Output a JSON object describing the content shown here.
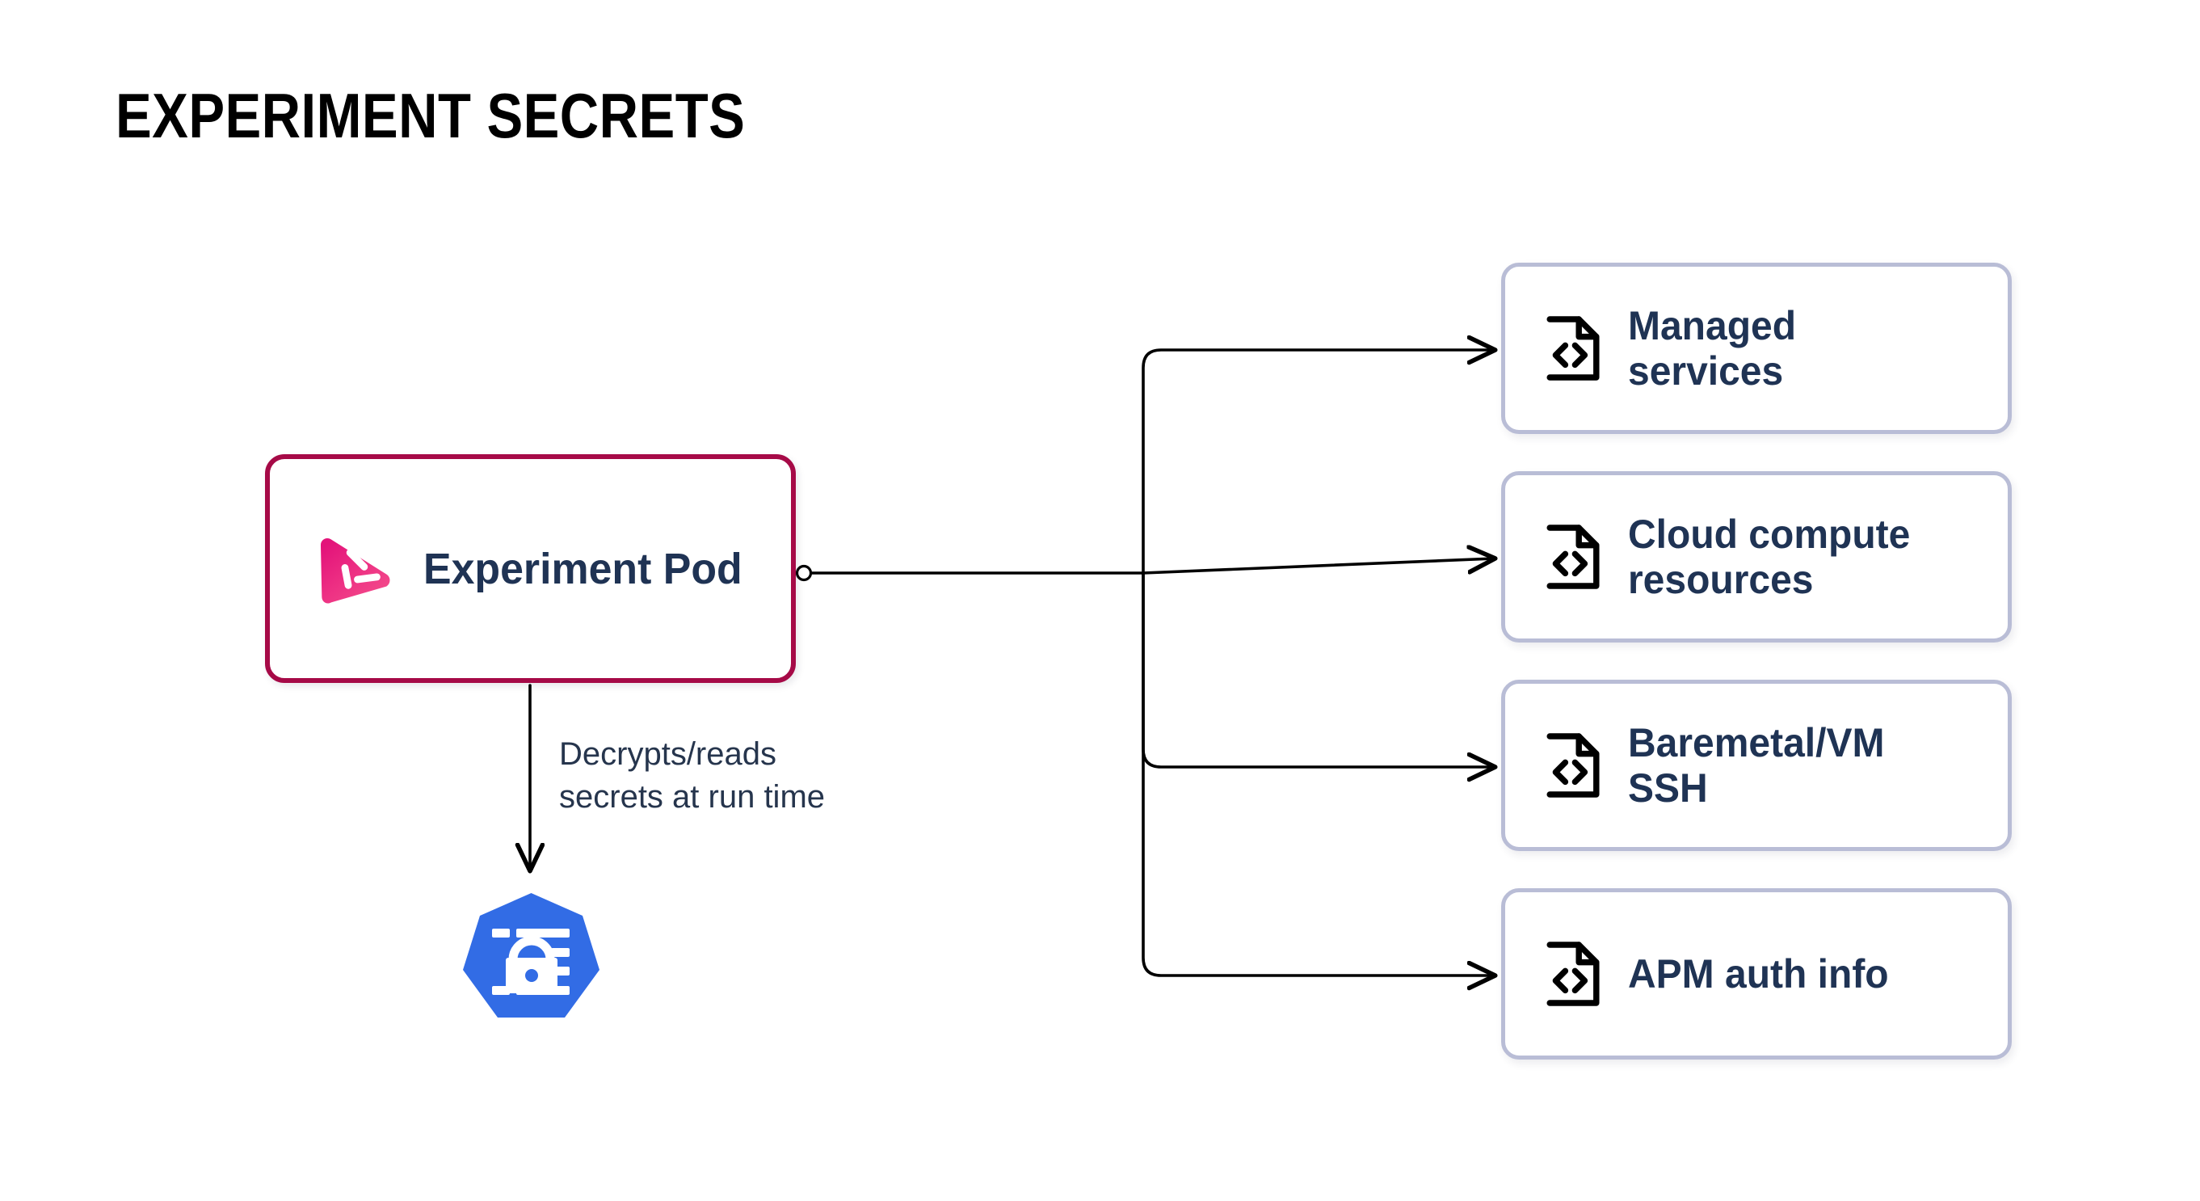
{
  "page": {
    "title": "EXPERIMENT SECRETS",
    "background_color": "#FFFFFF"
  },
  "colors": {
    "pod_border": "#A60A47",
    "pod_logo_pink_light": "#F4508C",
    "pod_logo_pink_dark": "#E3197A",
    "card_border": "#B9BDD6",
    "text_navy": "#1F3354",
    "label_text": "#26354D",
    "kubernetes_blue": "#326CE5",
    "connector_stroke": "#000000"
  },
  "pod_node": {
    "label": "Experiment Pod",
    "logo_icon": "litmus-chaos-logo-icon",
    "border_color": "#A60A47"
  },
  "secret_node": {
    "label": "secret",
    "icon": "kubernetes-secret-icon",
    "fill_color": "#326CE5"
  },
  "edges": {
    "secret_edge_label": "Decrypts/reads\nsecrets at run time"
  },
  "cards": [
    {
      "id": "managed-services",
      "label": "Managed\nservices",
      "icon": "file-code-icon"
    },
    {
      "id": "cloud-compute",
      "label": "Cloud compute\nresources",
      "icon": "file-code-icon"
    },
    {
      "id": "baremetal-ssh",
      "label": "Baremetal/VM\nSSH",
      "icon": "file-code-icon"
    },
    {
      "id": "apm-auth",
      "label": "APM auth info",
      "icon": "file-code-icon"
    }
  ]
}
